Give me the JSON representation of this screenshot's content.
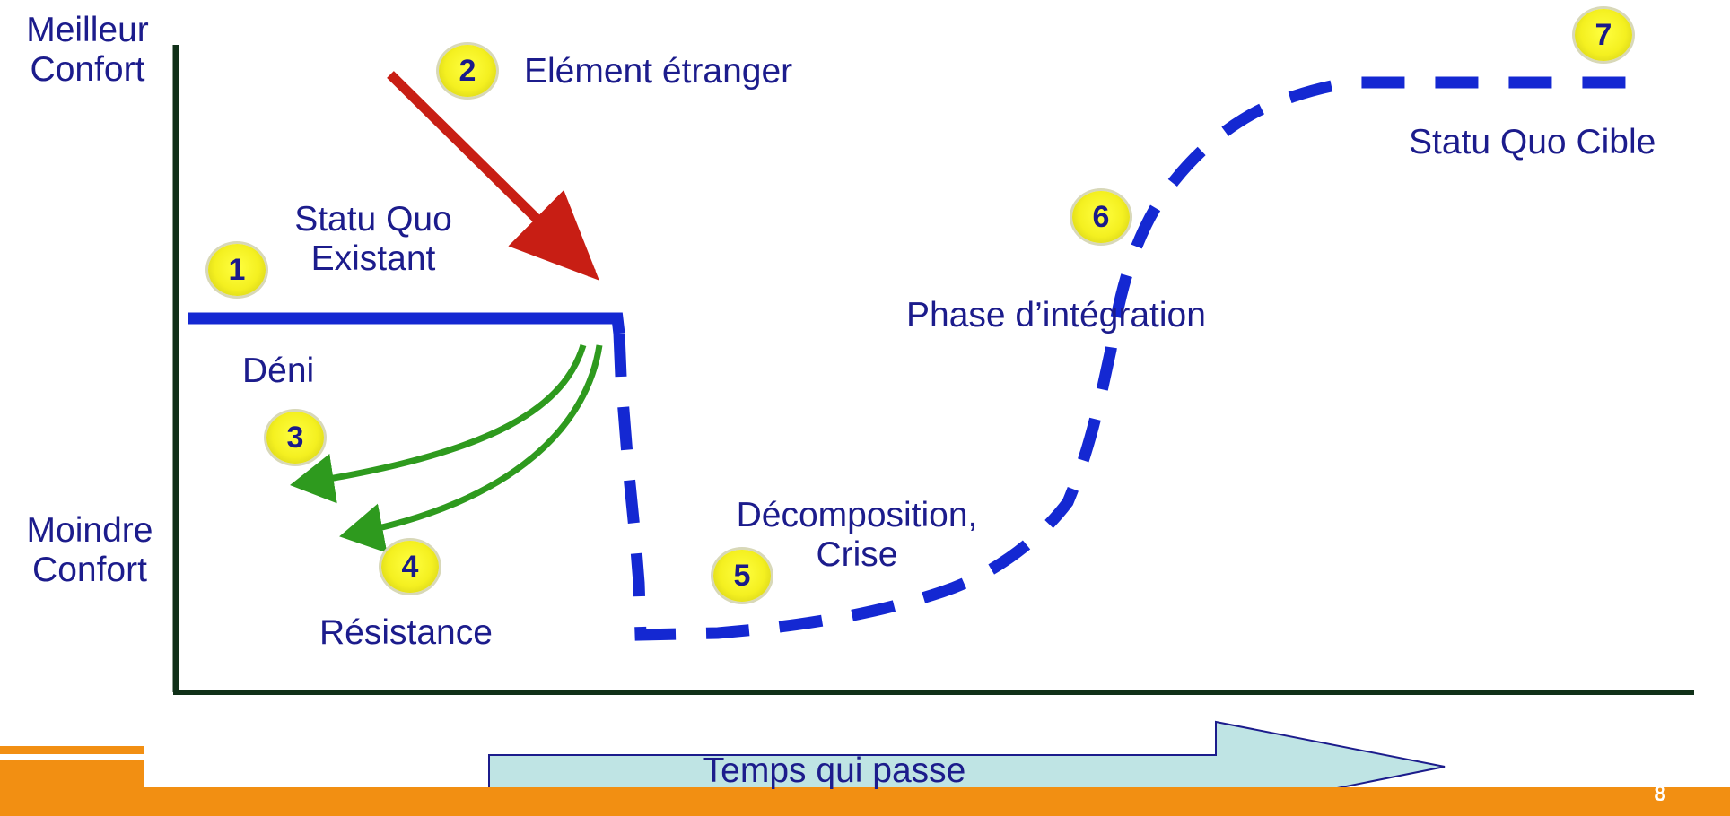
{
  "axis": {
    "y_top_label_line1": "Meilleur",
    "y_top_label_line2": "Confort",
    "y_bottom_label_line1": "Moindre",
    "y_bottom_label_line2": "Confort"
  },
  "stages": [
    {
      "number": "1",
      "label_line1": "Statu Quo",
      "label_line2": "Existant"
    },
    {
      "number": "2",
      "label": "Elément étranger"
    },
    {
      "number": "3",
      "label": "Déni"
    },
    {
      "number": "4",
      "label": "Résistance"
    },
    {
      "number": "5",
      "label_line1": "Décomposition,",
      "label_line2": "Crise"
    },
    {
      "number": "6",
      "label": "Phase d’intégration"
    },
    {
      "number": "7",
      "label": "Statu Quo Cible"
    }
  ],
  "time_arrow": {
    "label": "Temps qui passe"
  },
  "page_number": "8",
  "colors": {
    "curve": "#1428d2",
    "intrusion_arrow": "#c81e14",
    "reaction_arrows": "#2e9a1e",
    "text": "#1c1c8c",
    "badge": "#f4f020",
    "time_arrow_fill": "#bfe4e4",
    "footer": "#f28f12",
    "axes": "#103018"
  }
}
